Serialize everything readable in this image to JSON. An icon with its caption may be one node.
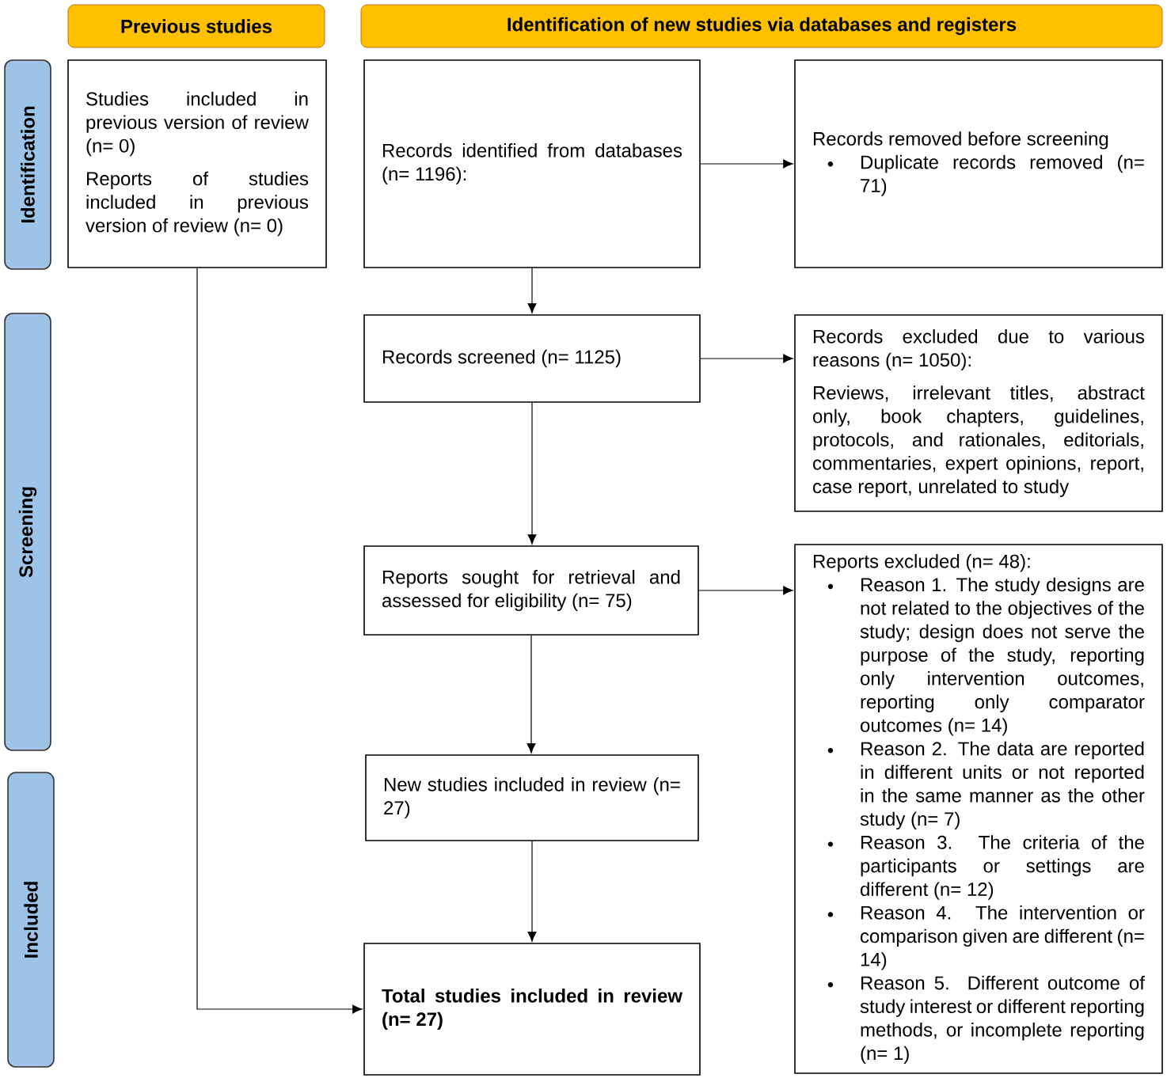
{
  "diagram": {
    "nodes": [
      {
        "text": [
          "Previous studies"
        ]
      },
      {
        "text": [
          "Identification of new studies via databases and registers"
        ]
      },
      {
        "text": [
          "Identification"
        ]
      },
      {
        "text": [
          "Screening"
        ]
      },
      {
        "text": [
          "Included"
        ]
      },
      {
        "text": [
          "Studies included in previous version of review (n= 0)",
          "Reports of studies included in previous version of review (n= 0)"
        ]
      },
      {
        "text": [
          "Records identified from databases (n= 1196):"
        ]
      },
      {
        "text": [
          "Records removed before screening",
          "Duplicate records removed (n= 71)"
        ]
      },
      {
        "text": [
          "Records screened (n= 1125)"
        ]
      },
      {
        "text": [
          "Records excluded due to various reasons (n= 1050):",
          "Reviews, irrelevant titles, abstract only, book chapters, guidelines, protocols, and rationales, editorials, commentaries, expert opinions, report, case report, unrelated to study"
        ]
      },
      {
        "text": [
          "Reports sought for retrieval and assessed for eligibility (n= 75)"
        ]
      },
      {
        "text": [
          "Reports excluded (n= 48):",
          "Reason 1. The study designs are not related to the objectives of the study; design does not serve the purpose of the study, reporting only intervention outcomes, reporting only comparator outcomes (n= 14)",
          "Reason 2. The data are reported in different units or not reported in the same manner as the other study (n= 7)",
          "Reason 3. The criteria of the participants or settings are different (n= 12)",
          "Reason 4. The intervention or comparison given are different (n= 14)",
          "Reason 5. Different outcome of study interest or different reporting methods, or incomplete reporting (n= 1)"
        ]
      },
      {
        "text": [
          "New studies included in review (n= 27)"
        ]
      },
      {
        "text": [
          "Total studies included in review (n= 27)"
        ]
      }
    ],
    "edges": [
      {
        "from": 6,
        "to": 7,
        "arrow": "to"
      },
      {
        "from": 6,
        "to": 8,
        "arrow": "to"
      },
      {
        "from": 8,
        "to": 9,
        "arrow": "to"
      },
      {
        "from": 8,
        "to": 10,
        "arrow": "to"
      },
      {
        "from": 10,
        "to": 11,
        "arrow": "to"
      },
      {
        "from": 10,
        "to": 12,
        "arrow": "to"
      },
      {
        "from": 12,
        "to": 13,
        "arrow": "to"
      },
      {
        "from": 5,
        "to": 13,
        "arrow": "to"
      }
    ]
  }
}
